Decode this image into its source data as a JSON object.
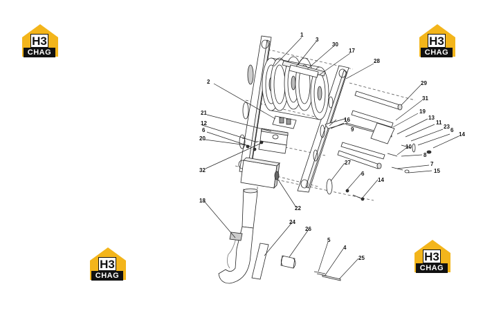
{
  "logo": {
    "mark_text": "H3",
    "bar_text": "CHAG",
    "color": "#f3b51b"
  },
  "callouts": [
    "1",
    "2",
    "3",
    "4",
    "5",
    "6",
    "7",
    "8",
    "9",
    "10",
    "11",
    "12",
    "13",
    "14",
    "15",
    "16",
    "17",
    "18",
    "19",
    "20",
    "21",
    "22",
    "23",
    "24",
    "25",
    "26",
    "27",
    "28",
    "29",
    "30",
    "31",
    "32"
  ],
  "callouts_extra": [
    "6",
    "6",
    "14"
  ]
}
